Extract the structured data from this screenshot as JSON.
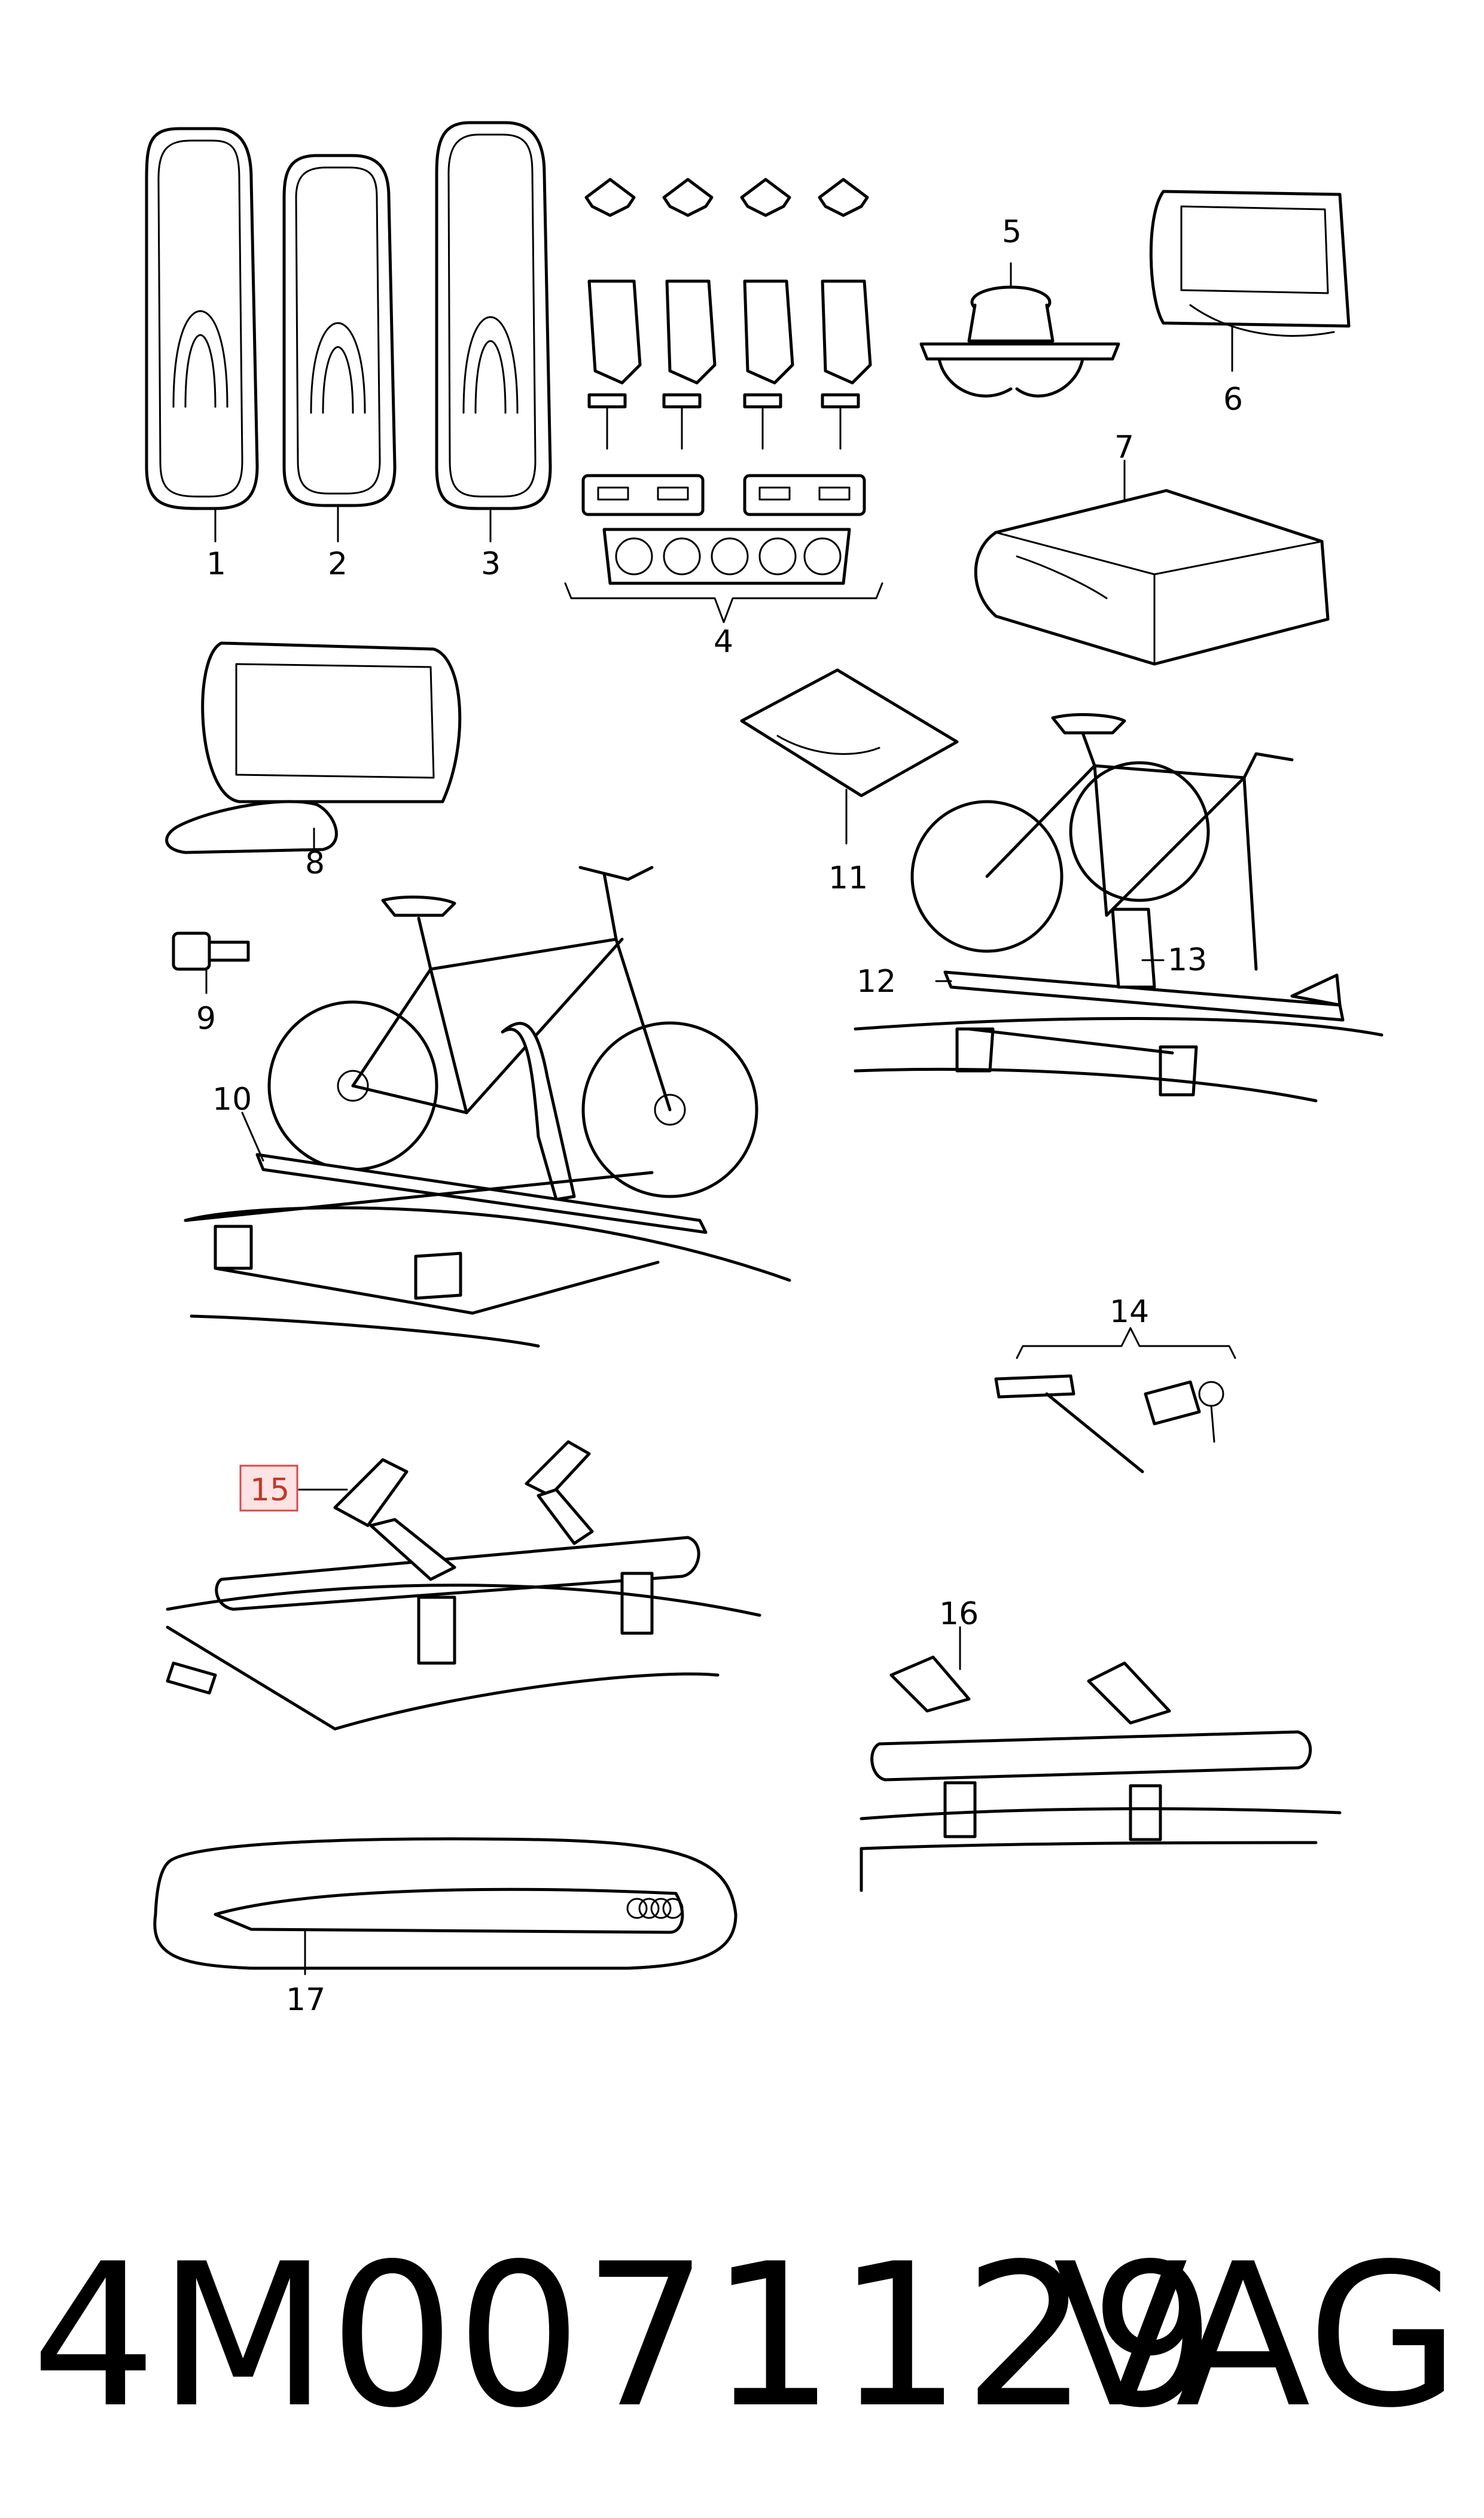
{
  "callouts": [
    "1",
    "2",
    "3",
    "4",
    "5",
    "6",
    "7",
    "8",
    "9",
    "10",
    "11",
    "12",
    "13",
    "14",
    "15",
    "16",
    "17"
  ],
  "highlighted_callout": "15",
  "footer": {
    "part_number": "4M0071129",
    "brand": "VAG"
  }
}
